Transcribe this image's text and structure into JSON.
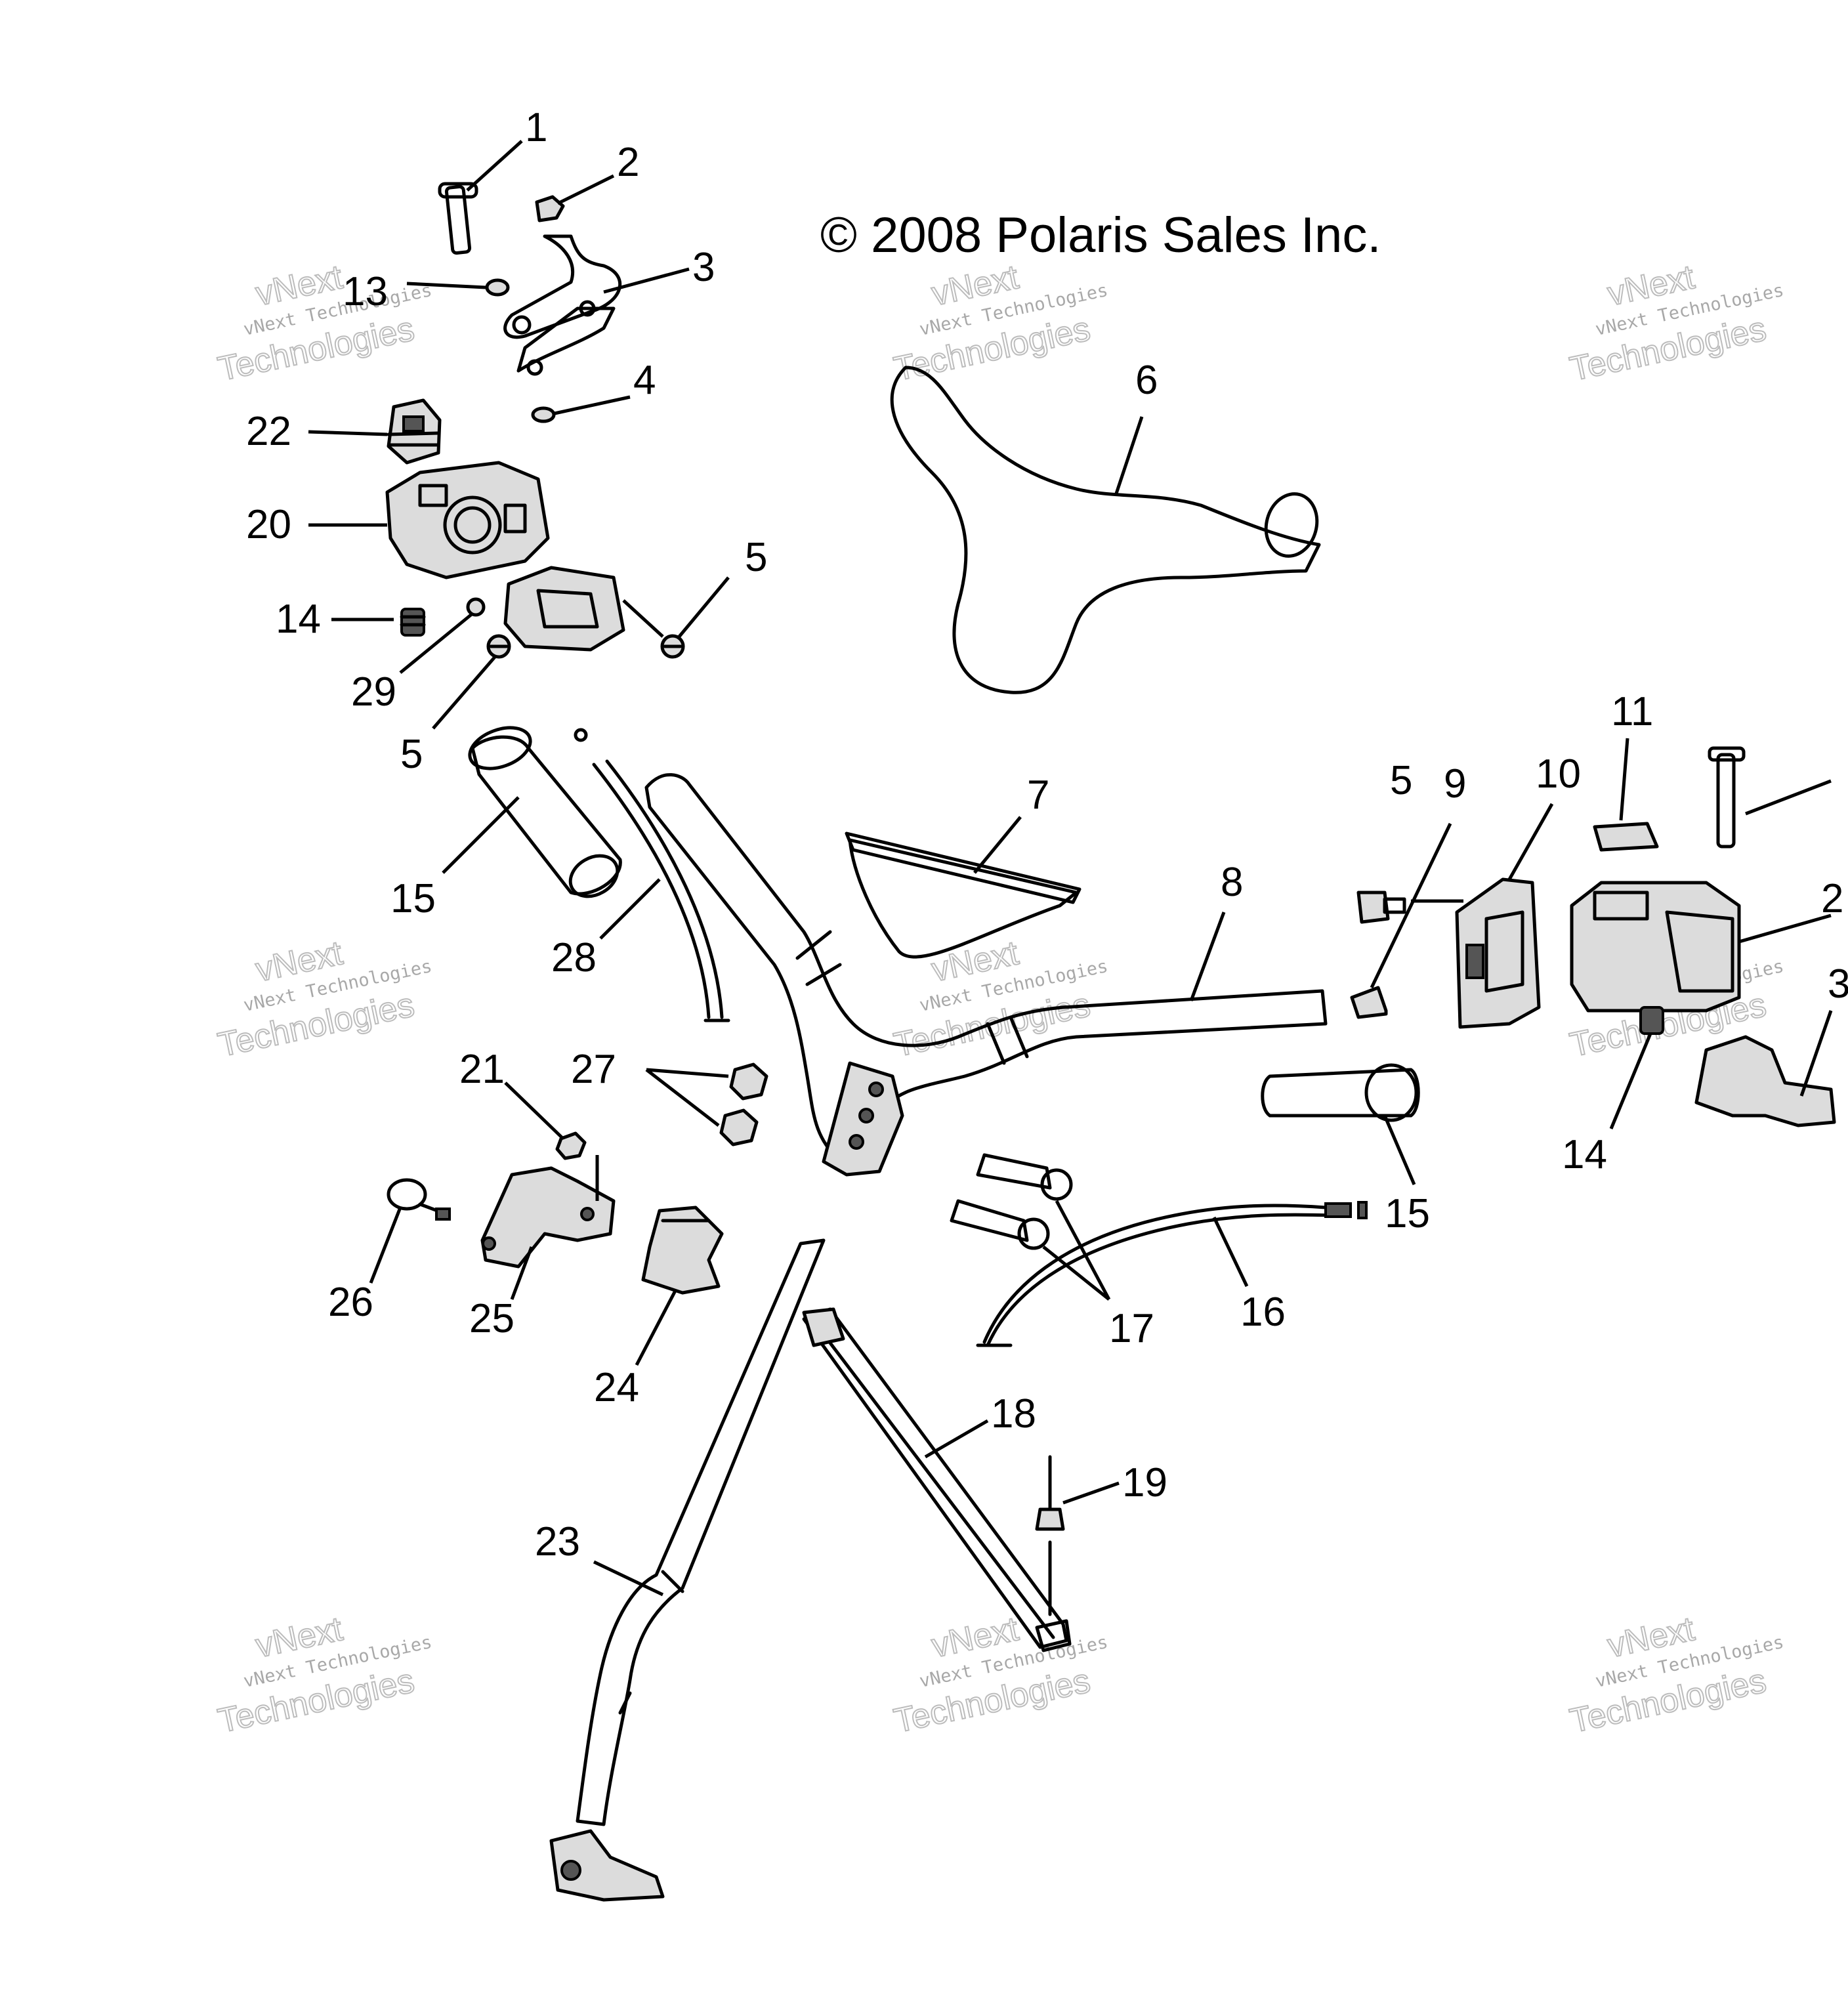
{
  "copyright": "© 2008 Polaris Sales Inc.",
  "watermark": {
    "line1": "vNext Technologies",
    "line2": "vNext",
    "line3": "Technologies"
  },
  "callouts": {
    "c1": "1",
    "c2": "2",
    "c3": "3",
    "c13": "13",
    "c4": "4",
    "c22": "22",
    "c20": "20",
    "c14a": "14",
    "c29": "29",
    "c5a": "5",
    "c5b": "5",
    "c5c": "5",
    "c6": "6",
    "c15a": "15",
    "c28": "28",
    "c7": "7",
    "c8": "8",
    "c9": "9",
    "c10": "10",
    "c11": "11",
    "c2b": "2",
    "c3b": "3",
    "c14b": "14",
    "c15b": "15",
    "c21": "21",
    "c27": "27",
    "c26": "26",
    "c25": "25",
    "c24": "24",
    "c17": "17",
    "c16": "16",
    "c18": "18",
    "c19": "19",
    "c23": "23"
  }
}
